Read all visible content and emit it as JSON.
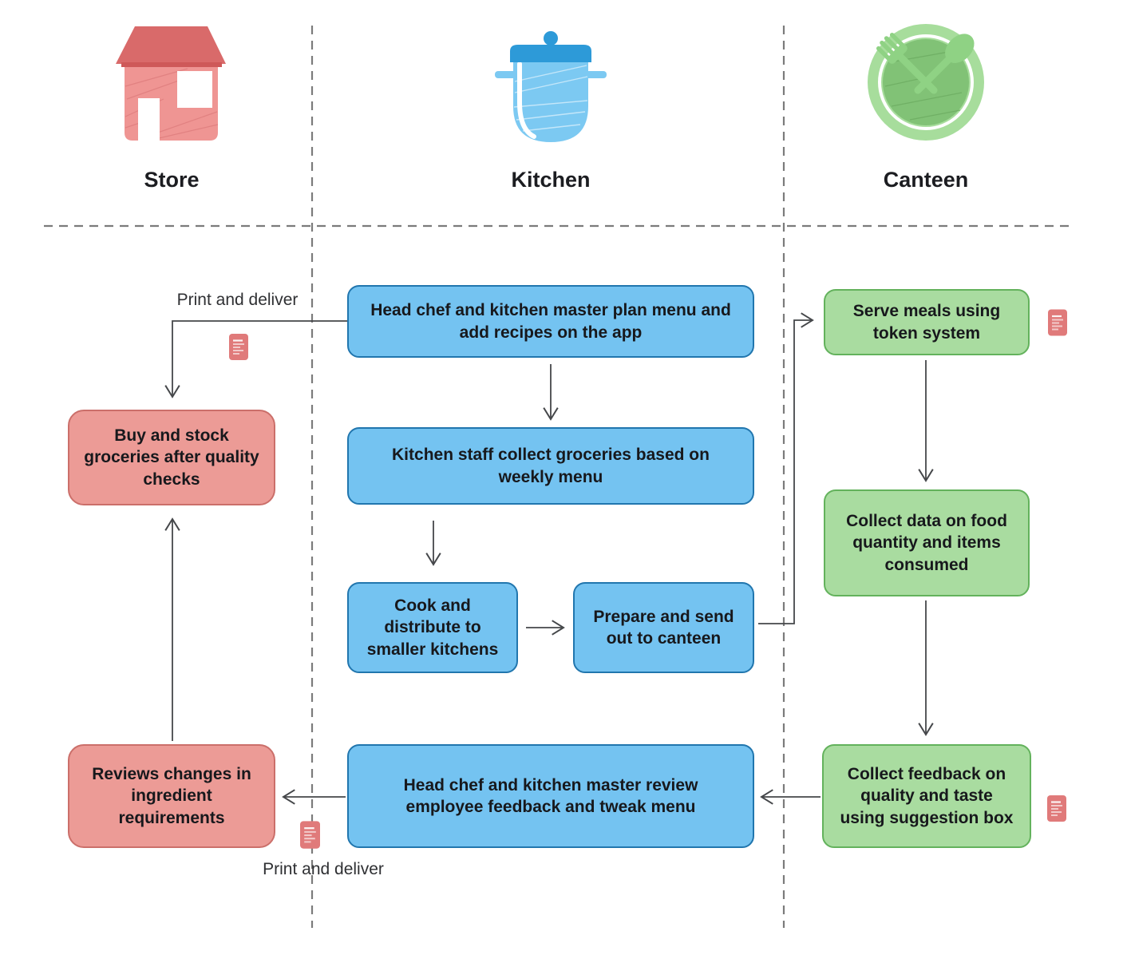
{
  "lanes": [
    {
      "label": "Store",
      "icon": "house-icon"
    },
    {
      "label": "Kitchen",
      "icon": "pot-icon"
    },
    {
      "label": "Canteen",
      "icon": "plate-icon"
    }
  ],
  "nodes": {
    "store": [
      {
        "text": "Buy and stock groceries after quality checks"
      },
      {
        "text": "Reviews changes in ingredient requirements"
      }
    ],
    "kitchen": [
      {
        "text": "Head chef and kitchen master plan menu and add recipes on the app"
      },
      {
        "text": "Kitchen staff collect groceries based on weekly menu"
      },
      {
        "text": "Cook and distribute to smaller kitchens"
      },
      {
        "text": "Prepare and send out to canteen"
      },
      {
        "text": "Head chef and kitchen master review employee feedback and tweak menu"
      }
    ],
    "canteen": [
      {
        "text": "Serve meals using token system"
      },
      {
        "text": "Collect data on food quantity and items consumed"
      },
      {
        "text": "Collect feedback on quality and taste using suggestion box"
      }
    ]
  },
  "annotations": {
    "print_and_deliver_top": "Print and deliver",
    "print_and_deliver_bottom": "Print and deliver"
  },
  "colors": {
    "blue_fill": "#74c3f1",
    "blue_border": "#2176ae",
    "red_fill": "#ec9b96",
    "red_border": "#cb6f6a",
    "green_fill": "#a9dca0",
    "green_border": "#63b25c",
    "connector": "#45474a",
    "divider": "#7b7b7b",
    "document_icon": "#e07a7a",
    "text": "#17181c"
  }
}
